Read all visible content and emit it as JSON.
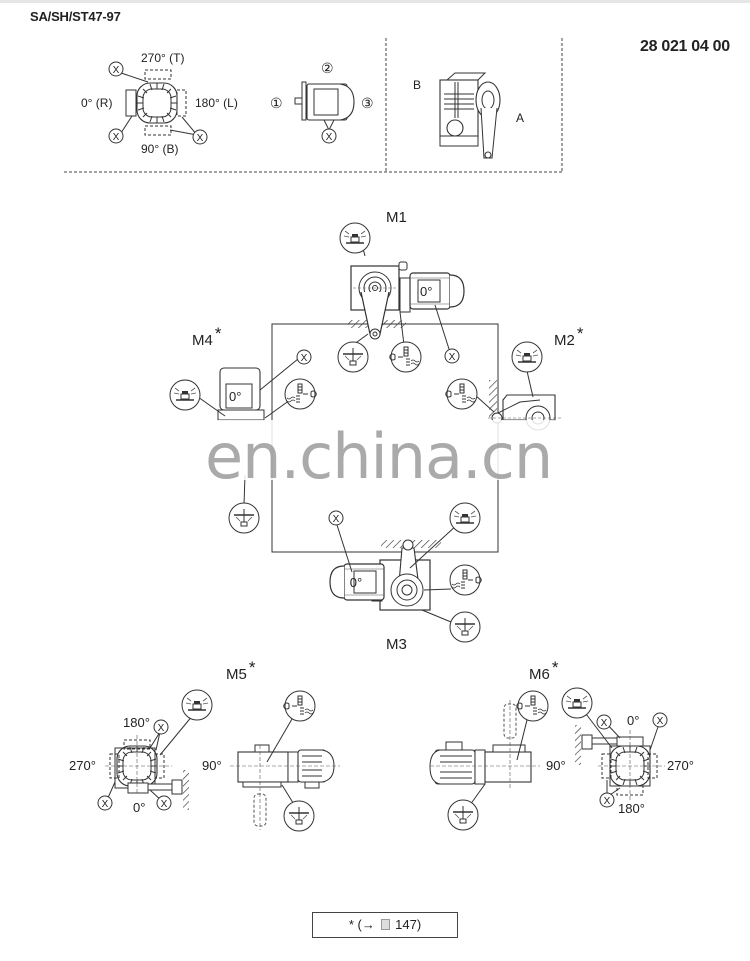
{
  "header": {
    "title": "SA/SH/ST47-97",
    "document_number": "28 021 04 00"
  },
  "legend_panel": {
    "terminal_box_positions": {
      "top": "270° (T)",
      "left": "0° (R)",
      "right": "180° (L)",
      "bottom": "90° (B)"
    },
    "cable_entry_positions": [
      "①",
      "②",
      "③"
    ],
    "cable_entry_marker": "X",
    "sides": {
      "b": "B",
      "a": "A"
    }
  },
  "mounting_positions": {
    "m1": {
      "label": "M1",
      "motor_label": "0°"
    },
    "m2": {
      "label": "M2",
      "star": "*"
    },
    "m3": {
      "label": "M3",
      "motor_label": "0°"
    },
    "m4": {
      "label": "M4",
      "star": "*",
      "motor_label": "0°"
    },
    "m5": {
      "label": "M5",
      "star": "*",
      "angles": {
        "top": "180°",
        "left": "270°",
        "bottom": "0°",
        "side": "90°"
      }
    },
    "m6": {
      "label": "M6",
      "star": "*",
      "angles": {
        "top": "0°",
        "right": "270°",
        "bottom": "180°",
        "side": "90°"
      }
    }
  },
  "watermark": "en.china.cn",
  "footnote": {
    "star": "*",
    "arrow": "(→",
    "page": "147)"
  }
}
